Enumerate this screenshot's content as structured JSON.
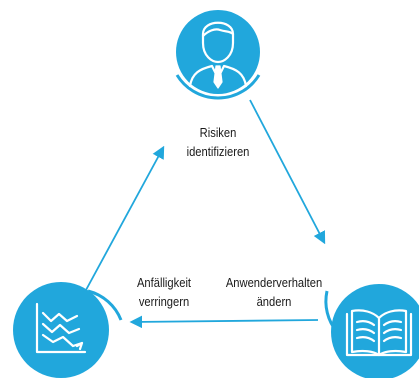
{
  "colors": {
    "accent": "#21a7dc",
    "arc": "#21a7dc",
    "text": "#1a1a1a",
    "background": "#ffffff"
  },
  "nodes": [
    {
      "id": "top",
      "icon": "person-icon",
      "label_lines": [
        "Risiken",
        "identifizieren"
      ]
    },
    {
      "id": "bottom-right",
      "icon": "book-icon",
      "label_lines": [
        "Anwenderverhalten",
        "ändern"
      ]
    },
    {
      "id": "bottom-left",
      "icon": "declining-chart-icon",
      "label_lines": [
        "Anfälligkeit",
        "verringern"
      ]
    }
  ],
  "edges": [
    {
      "from": "top",
      "to": "bottom-right"
    },
    {
      "from": "bottom-right",
      "to": "bottom-left"
    },
    {
      "from": "bottom-left",
      "to": "top"
    }
  ]
}
